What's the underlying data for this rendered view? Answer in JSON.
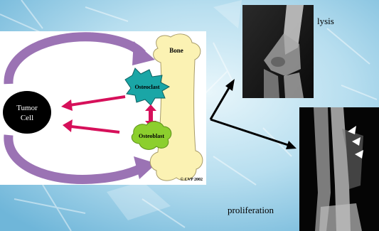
{
  "diagram": {
    "bone_label": "Bone",
    "osteoclast_label": "Osteoclast",
    "osteoblast_label": "Osteoblast",
    "tumor_label_line1": "Tumor",
    "tumor_label_line2": "Cell",
    "copyright": "© CVP 2002"
  },
  "xrays": {
    "top_label": "lysis",
    "bottom_label": "proliferation"
  },
  "colors": {
    "background": "#9fd0e6",
    "bone": "#fbf2b3",
    "osteoclast": "#1aa6a6",
    "osteoblast": "#8ccf2e",
    "tumor": "#000000",
    "arrow_red": "#d6105a",
    "arrow_purple": "#9b73b4"
  }
}
